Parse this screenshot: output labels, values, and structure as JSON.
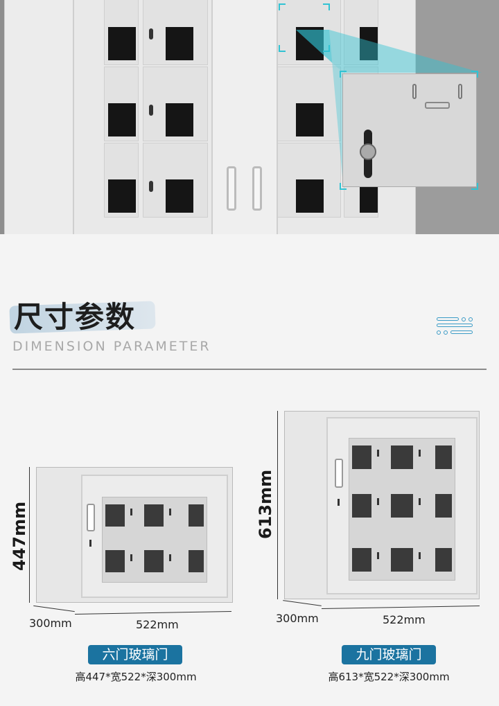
{
  "header": {
    "title": "尺寸参数",
    "subtitle": "DIMENSION PARAMETER",
    "menu_icon": "list-menu-icon"
  },
  "products": [
    {
      "name": "六门玻璃门",
      "spec": "高447*宽522*深300mm",
      "height_label": "447mm",
      "width_label": "522mm",
      "depth_label": "300mm"
    },
    {
      "name": "九门玻璃门",
      "spec": "高613*宽522*深300mm",
      "height_label": "613mm",
      "width_label": "522mm",
      "depth_label": "300mm"
    }
  ],
  "colors": {
    "accent": "#1b73a0",
    "icon": "#3a9bc6",
    "highlight": "#31c3d3"
  }
}
